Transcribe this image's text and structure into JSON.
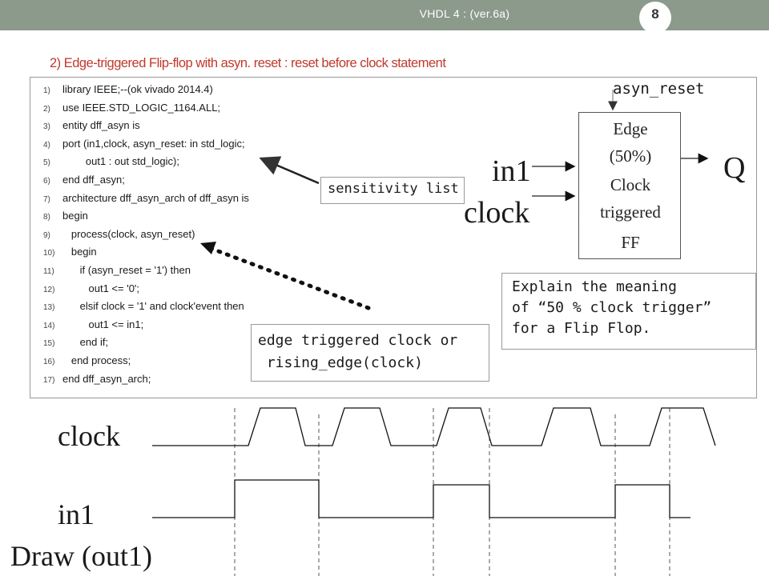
{
  "header": {
    "title": "VHDL 4 : (ver.6a)",
    "slide_number": "8"
  },
  "heading": "2) Edge-triggered Flip-flop with asyn. reset : reset before clock statement",
  "code": [
    {
      "num": "1)",
      "text": "library IEEE;--(ok vivado 2014.4)"
    },
    {
      "num": "2)",
      "text": "use IEEE.STD_LOGIC_1164.ALL;"
    },
    {
      "num": "3)",
      "text": "entity dff_asyn is"
    },
    {
      "num": "4)",
      "text": "port (in1,clock, asyn_reset: in std_logic;"
    },
    {
      "num": "5)",
      "text": "        out1 : out std_logic);"
    },
    {
      "num": "6)",
      "text": "end dff_asyn;"
    },
    {
      "num": "7)",
      "text": "architecture dff_asyn_arch of dff_asyn is"
    },
    {
      "num": "8)",
      "text": "begin"
    },
    {
      "num": "9)",
      "text": "   process(clock, asyn_reset)"
    },
    {
      "num": "10)",
      "text": "   begin"
    },
    {
      "num": "11)",
      "text": "      if (asyn_reset = '1') then"
    },
    {
      "num": "12)",
      "text": "         out1 <= '0';"
    },
    {
      "num": "13)",
      "text": "      elsif clock = '1' and clock'event then"
    },
    {
      "num": "14)",
      "text": "         out1 <= in1;"
    },
    {
      "num": "15)",
      "text": "      end if;"
    },
    {
      "num": "16)",
      "text": "   end process;"
    },
    {
      "num": "17)",
      "text": "end dff_asyn_arch;"
    }
  ],
  "callouts": {
    "sensitivity": "sensitivity list",
    "edge_line1": "edge triggered clock or",
    "edge_line2": " rising_edge(clock)",
    "explain_line1": "Explain the meaning",
    "explain_line2": "of “50 % clock trigger”",
    "explain_line3": "for a Flip Flop."
  },
  "flipflop": {
    "asyn_reset": "asyn_reset",
    "line1": "Edge",
    "line2": "(50%)",
    "line3": "Clock",
    "line4": "triggered",
    "line5": "FF",
    "input1": "in1",
    "input2": "clock",
    "output": "Q"
  },
  "timing": {
    "clock_label": "clock",
    "in1_label": "in1",
    "out_label": "Draw (out1)"
  }
}
